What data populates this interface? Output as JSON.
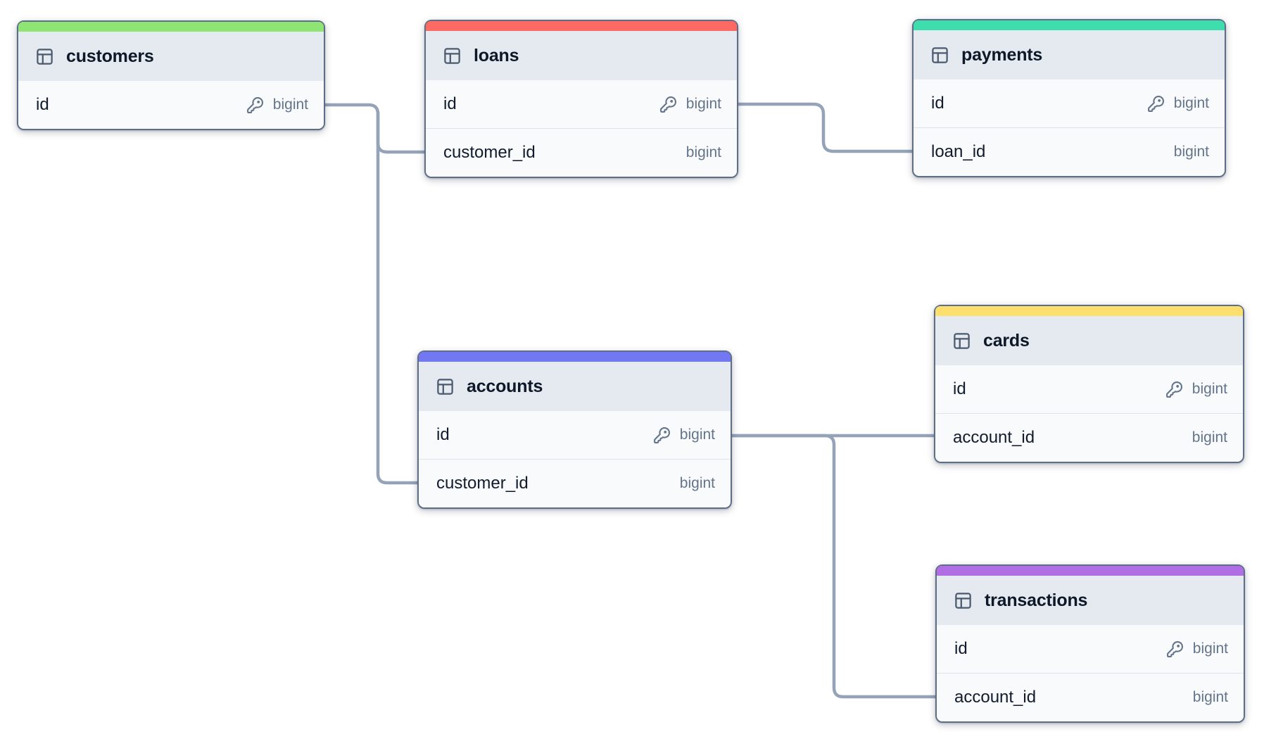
{
  "diagram": {
    "tables": [
      {
        "name": "customers",
        "color": "#8fe573",
        "columns": [
          {
            "name": "id",
            "type": "bigint",
            "primary_key": true
          }
        ]
      },
      {
        "name": "loans",
        "color": "#fc6a63",
        "columns": [
          {
            "name": "id",
            "type": "bigint",
            "primary_key": true
          },
          {
            "name": "customer_id",
            "type": "bigint",
            "primary_key": false
          }
        ]
      },
      {
        "name": "payments",
        "color": "#3eddae",
        "columns": [
          {
            "name": "id",
            "type": "bigint",
            "primary_key": true
          },
          {
            "name": "loan_id",
            "type": "bigint",
            "primary_key": false
          }
        ]
      },
      {
        "name": "accounts",
        "color": "#7277f2",
        "columns": [
          {
            "name": "id",
            "type": "bigint",
            "primary_key": true
          },
          {
            "name": "customer_id",
            "type": "bigint",
            "primary_key": false
          }
        ]
      },
      {
        "name": "cards",
        "color": "#fddf6d",
        "columns": [
          {
            "name": "id",
            "type": "bigint",
            "primary_key": true
          },
          {
            "name": "account_id",
            "type": "bigint",
            "primary_key": false
          }
        ]
      },
      {
        "name": "transactions",
        "color": "#b16ee4",
        "columns": [
          {
            "name": "id",
            "type": "bigint",
            "primary_key": true
          },
          {
            "name": "account_id",
            "type": "bigint",
            "primary_key": false
          }
        ]
      }
    ],
    "relationships": [
      {
        "from": "customers.id",
        "to": "loans.customer_id"
      },
      {
        "from": "customers.id",
        "to": "accounts.customer_id"
      },
      {
        "from": "loans.id",
        "to": "payments.loan_id"
      },
      {
        "from": "accounts.id",
        "to": "cards.account_id"
      },
      {
        "from": "accounts.id",
        "to": "transactions.account_id"
      }
    ],
    "connector_color": "#94a3b8"
  }
}
